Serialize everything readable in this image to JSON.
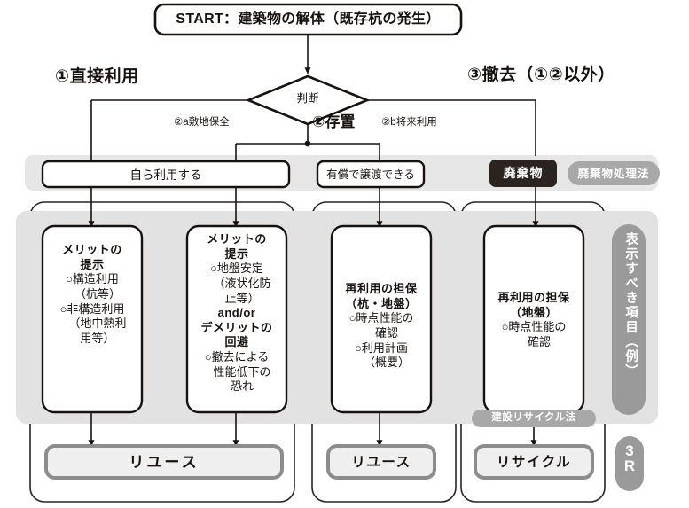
{
  "diagram": {
    "start": {
      "label": "START：建築物の解体（既存杭の発生）"
    },
    "decision": {
      "label": "判断"
    },
    "branches": {
      "left": "①直接利用",
      "middle": "②存置",
      "right": "③撤去（①②以外）",
      "mid_left_sub": "②a敷地保全",
      "mid_right_sub": "②b将来利用"
    },
    "row2": {
      "self_use": "自ら利用する",
      "paid_transfer": "有償で譲渡できる",
      "waste": "廃棄物",
      "waste_law": "廃棄物処理法"
    },
    "cards": [
      {
        "title1": "メリットの",
        "title2": "提示",
        "lines": [
          "○構造利用",
          "（杭等）",
          "○非構造利用",
          "（地中熱利",
          "用等）"
        ]
      },
      {
        "title1": "メリットの",
        "title2": "提示",
        "lines": [
          "○地盤安定",
          "（液状化防",
          "止等）"
        ],
        "mid": "and/or",
        "title3": "デメリットの",
        "title4": "回避",
        "lines2": [
          "○撤去による",
          "性能低下の",
          "恐れ"
        ]
      },
      {
        "title1": "再利用の担保",
        "title2": "（杭・地盤）",
        "lines": [
          "○時点性能の",
          "確認",
          "○利用計画",
          "（概要）"
        ]
      },
      {
        "title1": "再利用の担保",
        "title2": "（地盤）",
        "lines": [
          "○時点性能の",
          "確認"
        ]
      }
    ],
    "recycle_law_pill": "建設リサイクル法",
    "outcomes": {
      "reuse_left": "リユース",
      "reuse_mid": "リユース",
      "recycle": "リサイクル"
    },
    "rail": {
      "vertical_label": "表示すべき項目（例）",
      "three_r_line1": "3",
      "three_r_line2": "R"
    },
    "colors": {
      "ink": "#18120f",
      "band": "#e2e2e2",
      "panel_border": "#2a2320",
      "waste_fill": "#2a2320",
      "pill_gray": "#a8a8a8",
      "rail_gray": "#9a9a9a",
      "outcome_border": "#8c8c8c",
      "outcome_fill": "#efefef"
    }
  }
}
